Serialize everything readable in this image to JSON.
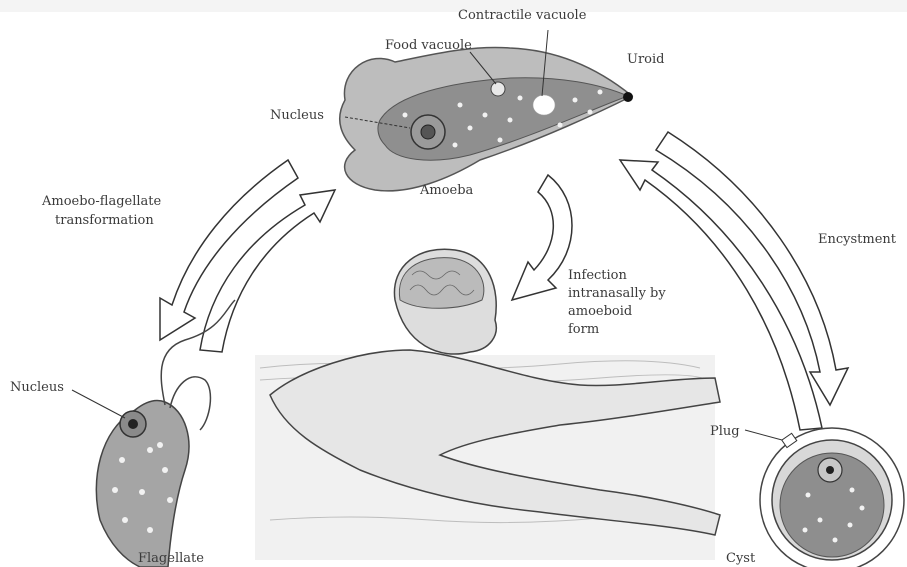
{
  "labels": {
    "contractile_vacuole": "Contractile vacuole",
    "food_vacuole": "Food vacuole",
    "uroid": "Uroid",
    "nucleus_amoeba": "Nucleus",
    "amoeba": "Amoeba",
    "transformation_line1": "Amoebo-flagellate",
    "transformation_line2": "transformation",
    "encystment": "Encystment",
    "infection_line1": "Infection",
    "infection_line2": "intranasally by",
    "infection_line3": "amoeboid",
    "infection_line4": "form",
    "nucleus_flagellate": "Nucleus",
    "flagellate": "Flagellate",
    "plug": "Plug",
    "cyst": "Cyst"
  }
}
